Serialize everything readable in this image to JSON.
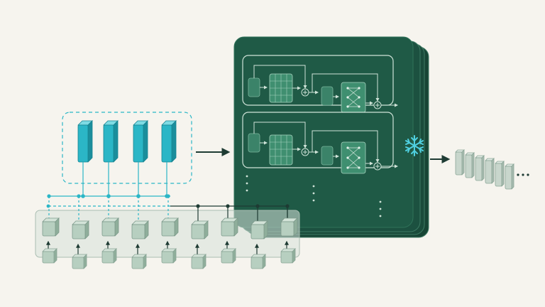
{
  "diagram": {
    "description_free": true,
    "colors": {
      "background": "#f6f4ee",
      "teal": "#2bb6c6",
      "teal_dark": "#1b8e9c",
      "teal_light": "#7fdbe4",
      "token_fill": "#b7cfc0",
      "token_top": "#d3e3d8",
      "token_side": "#8fae9b",
      "panel_green": "#1f5a46",
      "panel_green_dark": "#174535",
      "panel_green_mid": "#2a6e56",
      "line_dark": "#1e3b33",
      "frozen_icon": "#4fd0e0",
      "output_bar": "#c8d6cc"
    },
    "selected_tokens_count_shown": 4,
    "input_tokens_count_shown": 9,
    "transformer_layers_shown": 2,
    "stacked_panels_shown": 4,
    "output_bars_shown": 6,
    "icons": {
      "frozen": "snowflake-icon",
      "residual": "plus-circle-icon",
      "continuation": "ellipsis-icon"
    }
  }
}
